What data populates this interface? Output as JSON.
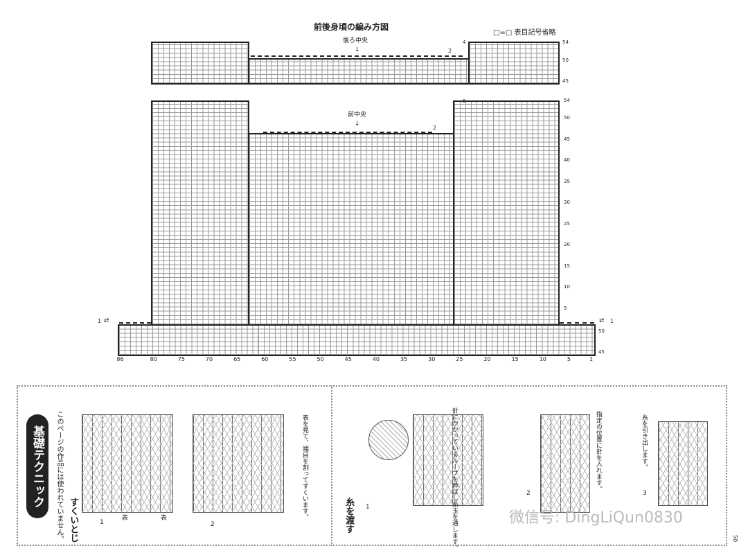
{
  "chart": {
    "title": "前後身頃の編み方図",
    "legend": "□=□ 表目記号省略",
    "back_center": "後ろ中央",
    "front_center": "前中央",
    "back_rows": [
      "54",
      "50",
      "45"
    ],
    "front_rows": [
      "54",
      "50",
      "45",
      "40",
      "35",
      "30",
      "25",
      "20",
      "15",
      "10",
      "5"
    ],
    "ribbing_rows": [
      "50",
      "45"
    ],
    "cols": [
      "86",
      "80",
      "75",
      "70",
      "65",
      "60",
      "55",
      "50",
      "45",
      "40",
      "35",
      "30",
      "25",
      "20",
      "15",
      "10",
      "5",
      "1"
    ],
    "markers": {
      "back_4": "4",
      "back_2": "2",
      "front_8": "8",
      "front_2": "2",
      "left_1": "1",
      "right_1": "1"
    }
  },
  "left_panel": {
    "badge": "基礎テクニック",
    "note": "このページの作品には使われていません。",
    "heading": "すくいとじ",
    "step1": "1",
    "step2": "2",
    "label_a": "表",
    "label_b": "表",
    "caption2": "表を見て、端目を割ってすくいます。"
  },
  "right_panel": {
    "heading": "糸を渡す",
    "step1": "1",
    "step2": "2",
    "step3": "3",
    "caption1": "針にかかっているループを伸ばし糸玉を通します。",
    "caption2": "指定の位置に針を入れます。",
    "caption3": "糸を引き出します。"
  },
  "watermark": "微信号: DingLiQun0830",
  "page_number": "50"
}
